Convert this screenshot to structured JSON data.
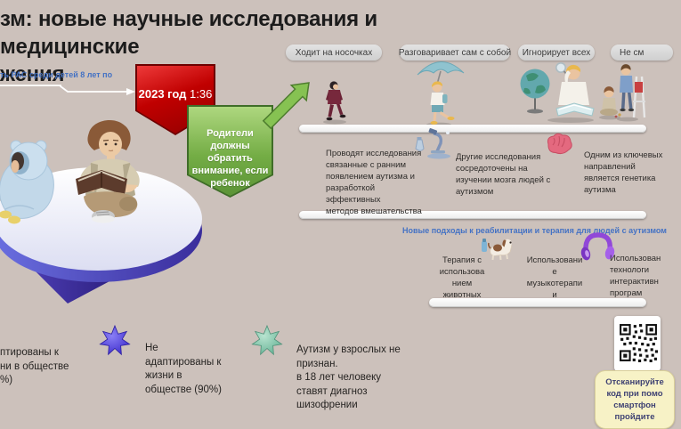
{
  "colors": {
    "background": "#ccc1bb",
    "accent_blue": "#4472c4",
    "banner_red": "#c00000",
    "callout_green": "#74ad45",
    "star_blue": "#4636d8",
    "star_green": "#6fbfa0",
    "note_yellow": "#f7f2c6"
  },
  "title": {
    "line1": "зм: новые научные исследования и медицинские",
    "line2": "жения"
  },
  "prevalence": {
    "caption": "ть РАС среди детей 8 лет по",
    "year": "2023 год",
    "ratio": "1:36"
  },
  "parent_callout": {
    "text": "Родители должны\nобратить\nвнимание, если\nребенок"
  },
  "symptoms": {
    "labels": [
      {
        "label": "Ходит на носочках",
        "icon": "walking-woman"
      },
      {
        "label": "Разговаривает сам с собой",
        "icon": "umbrella-boy"
      },
      {
        "label": "Игнорирует всех",
        "icon": "globe-and-boy"
      },
      {
        "label": "Не см",
        "icon": "playing-kids"
      }
    ]
  },
  "research": {
    "items": [
      {
        "icon": "microscope",
        "text": "Проводят исследования\nсвязанные с ранним\nпоявлением аутизма и\nразработкой эффективных\nметодов вмешательства"
      },
      {
        "icon": "brain",
        "text": "Другие исследования\nсосредоточены на\nизучении мозга людей с\nаутизмом"
      },
      {
        "icon": "",
        "text": "Одним из ключевых\nнаправлений\nявляется генетика\nаутизма"
      }
    ]
  },
  "therapy": {
    "heading": "Новые подходы к реабилитации и терапия для людей с аутизмом",
    "items": [
      {
        "icon": "dog",
        "text": "Терапия с\nиспользова\nнием\nживотных"
      },
      {
        "icon": "",
        "text": "Использовани\nе\nмузыкотерапи\nи"
      },
      {
        "icon": "headphones",
        "text": "Использован\nтехнологи\nинтерактивн\nпрограм"
      }
    ]
  },
  "stats": [
    {
      "star": "none",
      "text": "птированы к\nни в обществе\n%)"
    },
    {
      "star": "blue",
      "text": "Не\nадаптированы к\nжизни в\nобществе (90%)"
    },
    {
      "star": "green",
      "text": "Аутизм у взрослых не\nпризнан.\nв 18 лет человеку\nставят диагноз\nшизофрении"
    }
  ],
  "qr_note": {
    "text": "Отсканируйте\nкод при помо\nсмартфон\nпройдите"
  }
}
